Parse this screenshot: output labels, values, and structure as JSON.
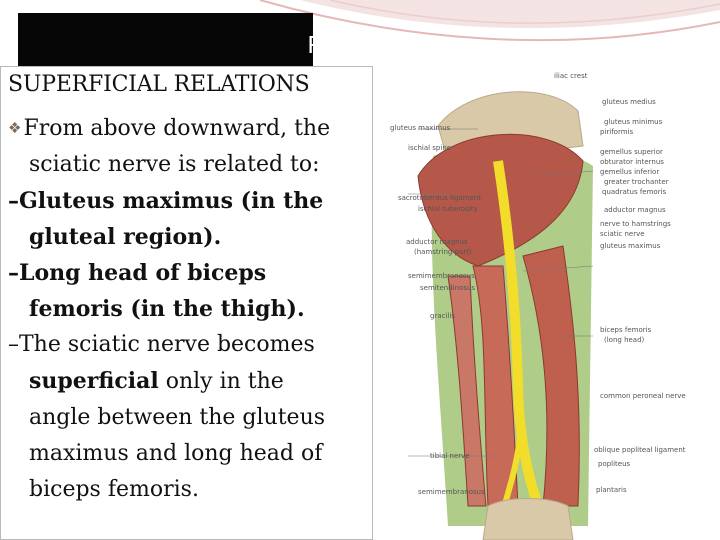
{
  "slide": {
    "title": "Relations",
    "heading": "SUPERFICIAL RELATIONS",
    "intro_line1": "From above downward, the",
    "intro_line2": "sciatic nerve is related to:",
    "item1_line1": "–Gluteus maximus (in the",
    "item1_line2": "gluteal region).",
    "item2_line1": "–Long head of biceps",
    "item2_line2": "femoris (in the thigh).",
    "item3_line1": "–The sciatic nerve becomes",
    "item3_bold": "superficial",
    "item3_line2_rest": " only in the",
    "item3_line3": "angle between the gluteus",
    "item3_line4": "maximus and long head of",
    "item3_line5": "biceps femoris."
  },
  "figure": {
    "left_labels": [
      "gluteus maximus",
      "ischial spine",
      "sacrotuberous ligament",
      "ischial tuberosity",
      "adductor magnus",
      "(hamstring part)",
      "semimembranosus",
      "semitendinosus",
      "gracilis",
      "tibial nerve",
      "semimembranosus"
    ],
    "top_label": "iliac crest",
    "right_labels": [
      "gluteus medius",
      "gluteus minimus",
      "piriformis",
      "gemellus superior",
      "obturator internus",
      "gemellus inferior",
      "greater trochanter",
      "quadratus femoris",
      "adductor magnus",
      "nerve to hamstrings",
      "sciatic nerve",
      "gluteus maximus",
      "biceps femoris",
      "(long head)",
      "common peroneal nerve",
      "oblique popliteal ligament",
      "popliteus",
      "plantaris"
    ]
  },
  "colors": {
    "title_bg": "#060606",
    "muscle": "#b5584a",
    "nerve": "#f2dd2a",
    "bone": "#d9c9a8"
  }
}
